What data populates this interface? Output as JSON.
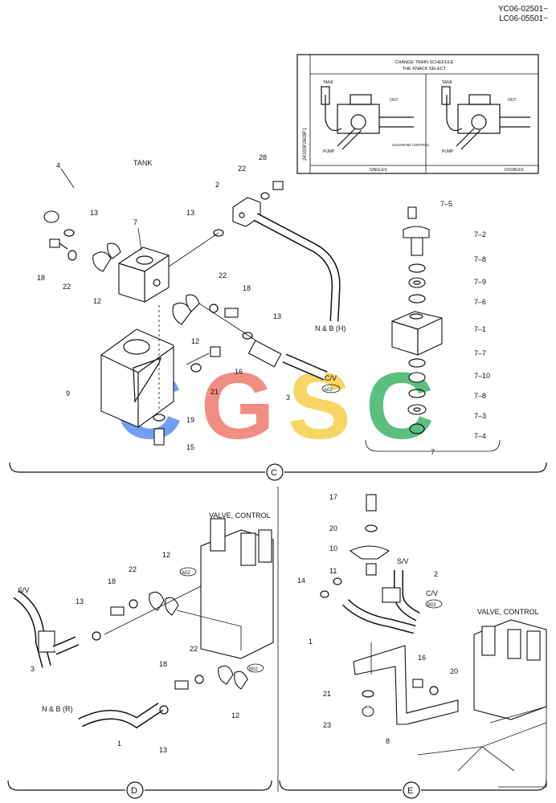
{
  "serial": {
    "line1": "YC06-02501~",
    "line2": "LC06-05501~"
  },
  "inset": {
    "title1": "CHANGE TRAIN SCHEDULE",
    "title2": "THE KNACK SELECT",
    "side": "24100P2609F1",
    "label_tank": "TANK",
    "label_out": "OUT",
    "label_pump": "PUMP",
    "left_note": "SOLENOID CONTROL",
    "foot_left": "SINGLES",
    "foot_right": "DOUBLES"
  },
  "sections": {
    "c": "C",
    "d": "D",
    "e": "E"
  },
  "watermark": {
    "letters": [
      "C",
      "G",
      "S",
      "C"
    ],
    "colors": [
      "#5b8ff0",
      "#f07a6e",
      "#f7d04a",
      "#3fb46b"
    ]
  },
  "callouts": {
    "c": {
      "c4": "4",
      "tank": "TANK",
      "c13a": "13",
      "c7": "7",
      "c13b": "13",
      "c18": "18",
      "c22a": "22",
      "c12a": "12",
      "c28": "28",
      "c22b": "22",
      "c2": "2",
      "c22c": "22",
      "c18b": "18",
      "c12b": "12",
      "c13c": "13",
      "nbh": "N & B (H)",
      "c16": "16",
      "c21": "21",
      "c9": "9",
      "c19": "19",
      "c15": "15",
      "c3": "3",
      "cv": "C/V",
      "a02": "A02"
    },
    "exploded": {
      "e75": "7–5",
      "e72": "7–2",
      "e78a": "7–8",
      "e79": "7–9",
      "e76": "7–6",
      "e71": "7–1",
      "e77": "7–7",
      "e710": "7–10",
      "e78b": "7–8",
      "e73": "7–3",
      "e74": "7–4",
      "e7": "7"
    },
    "d": {
      "valve": "VALVE, CONTROL",
      "sv": "S/V",
      "d13a": "13",
      "d18a": "18",
      "d22a": "22",
      "d12a": "12",
      "a02": "A02",
      "d3": "3",
      "d22b": "22",
      "d18b": "18",
      "b02": "B02",
      "d12b": "12",
      "nbr": "N & B (R)",
      "d1": "1",
      "d13b": "13"
    },
    "e": {
      "e17": "17",
      "e20a": "20",
      "e10": "10",
      "e11": "11",
      "e14": "14",
      "sv": "S/V",
      "e2": "2",
      "cv": "C/V",
      "b02": "B02",
      "e1": "1",
      "valve": "VALVE, CONTROL",
      "e16": "16",
      "e20b": "20",
      "e21": "21",
      "e23": "23",
      "e8": "8"
    }
  }
}
